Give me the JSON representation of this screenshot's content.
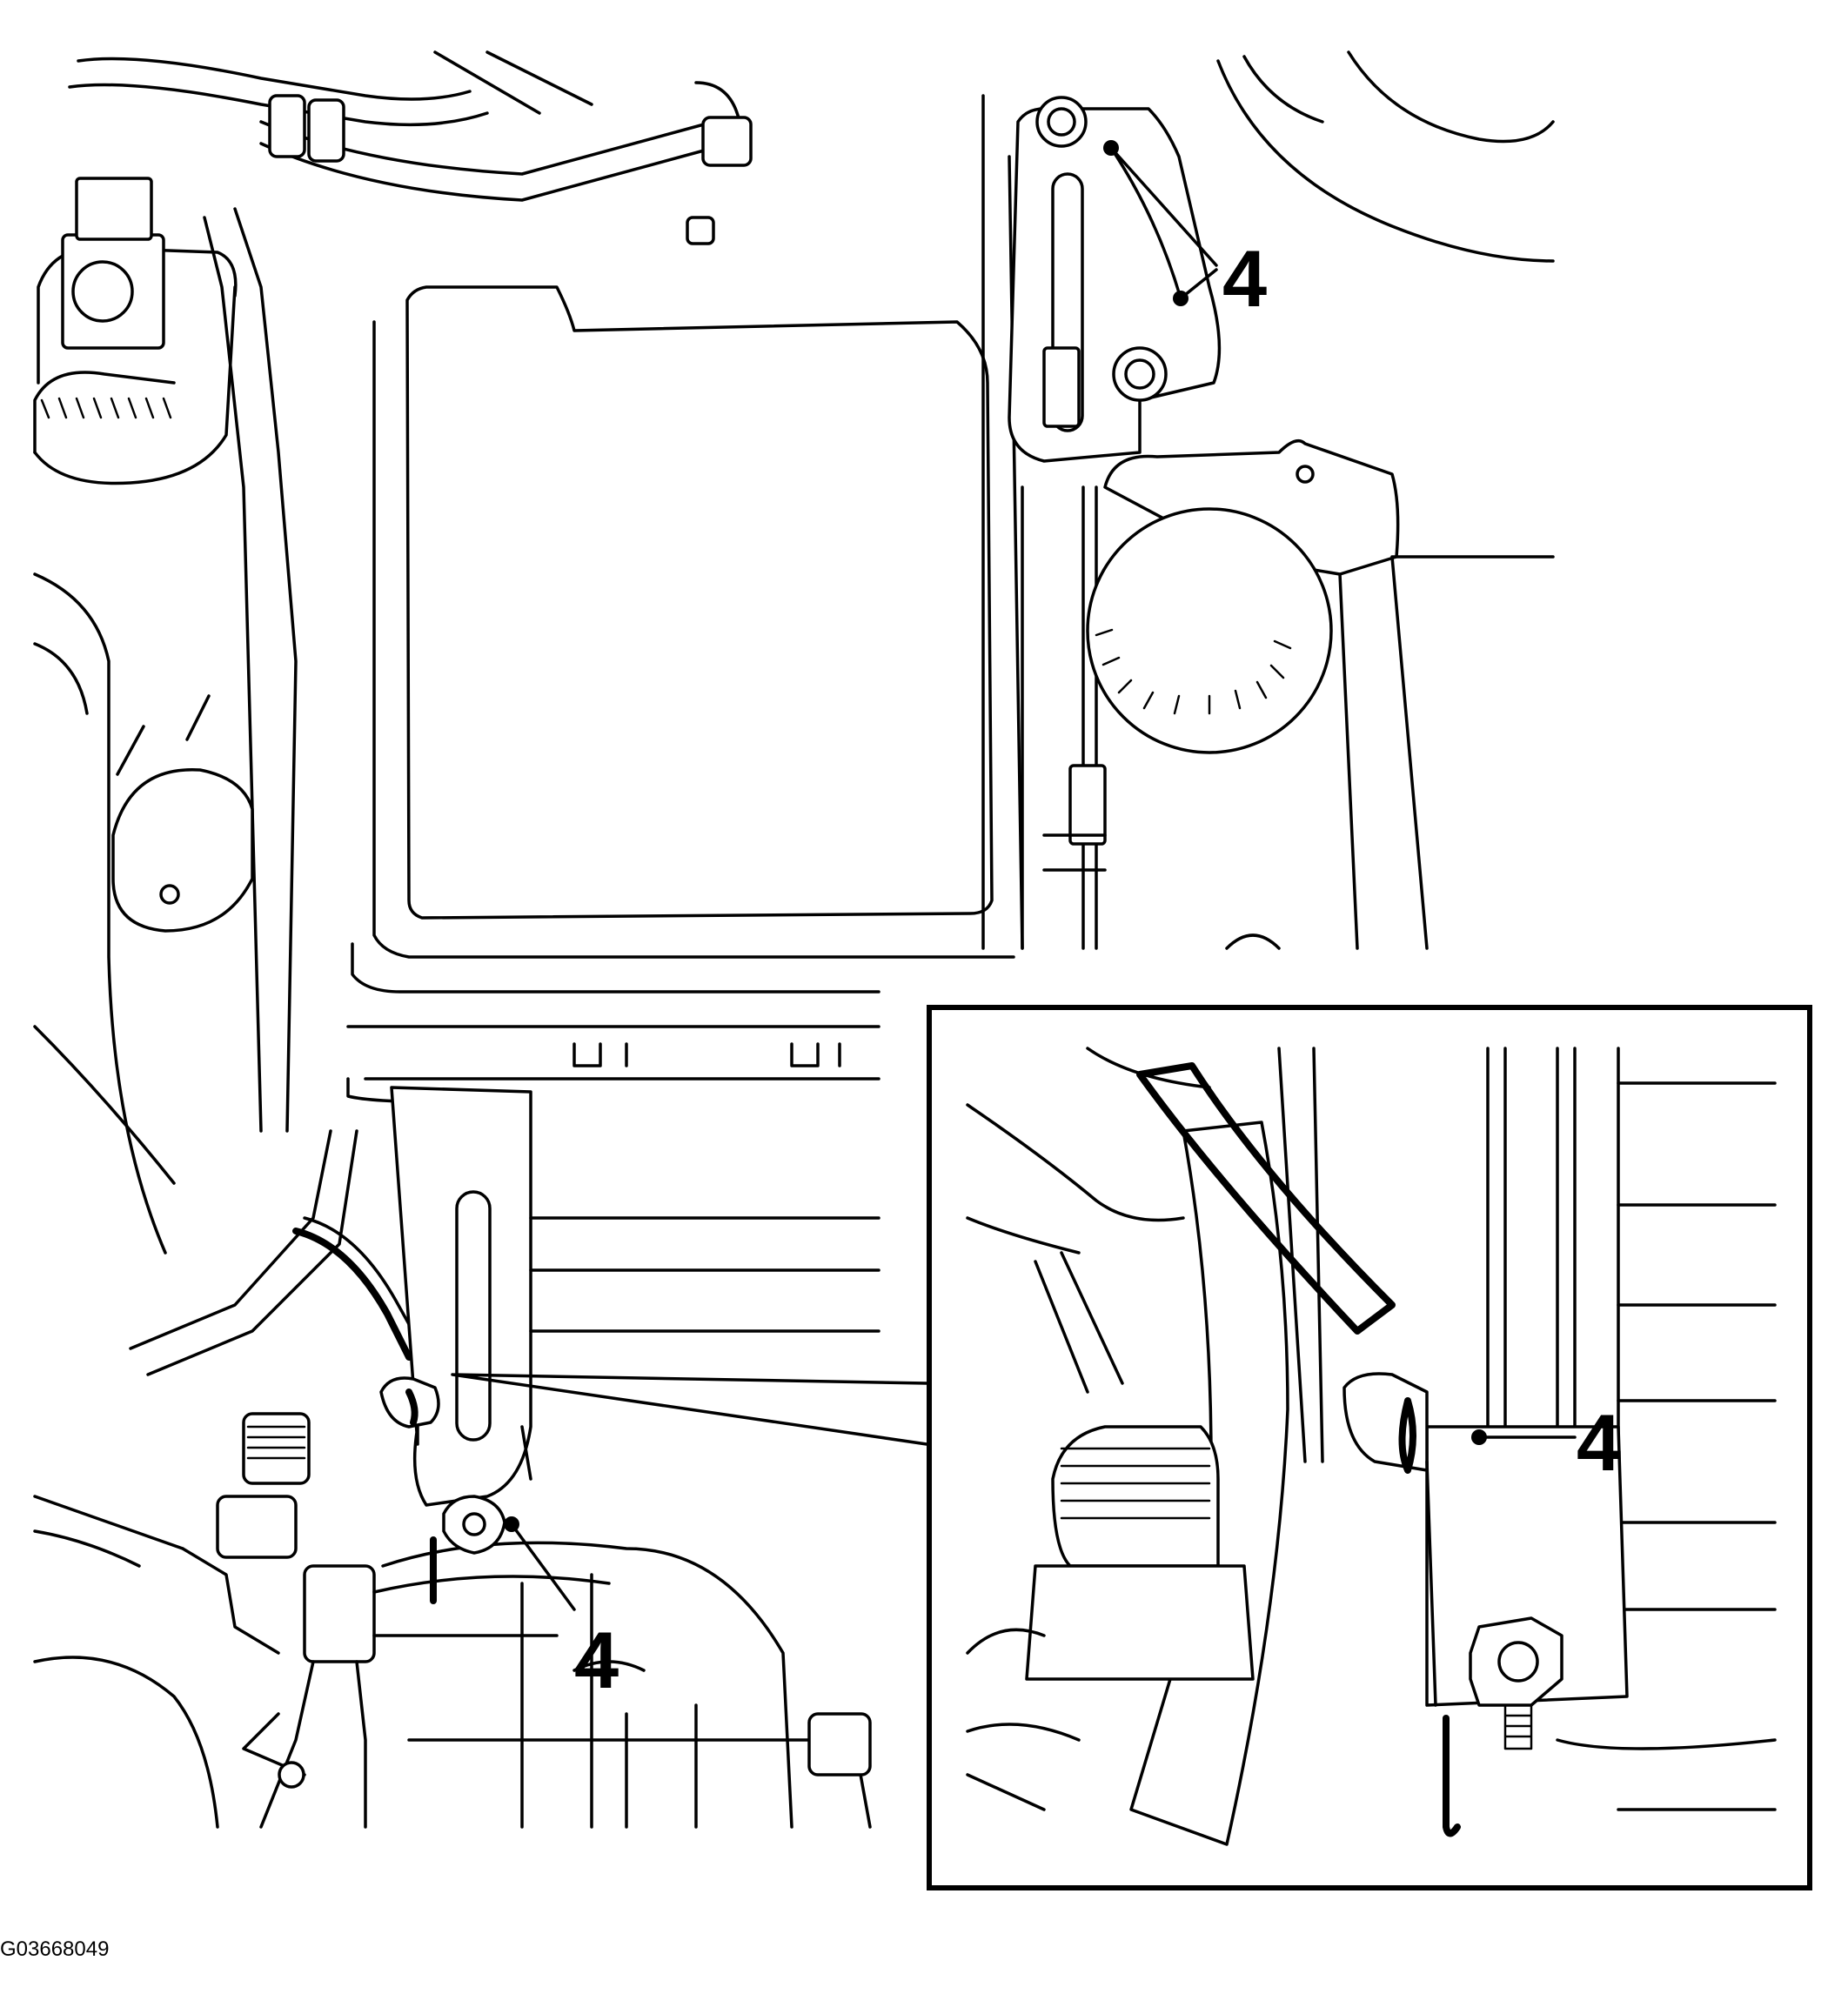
{
  "figure": {
    "figure_id": "G03668049",
    "callouts": [
      {
        "label": "4"
      },
      {
        "label": "4"
      },
      {
        "label": "4"
      }
    ]
  }
}
